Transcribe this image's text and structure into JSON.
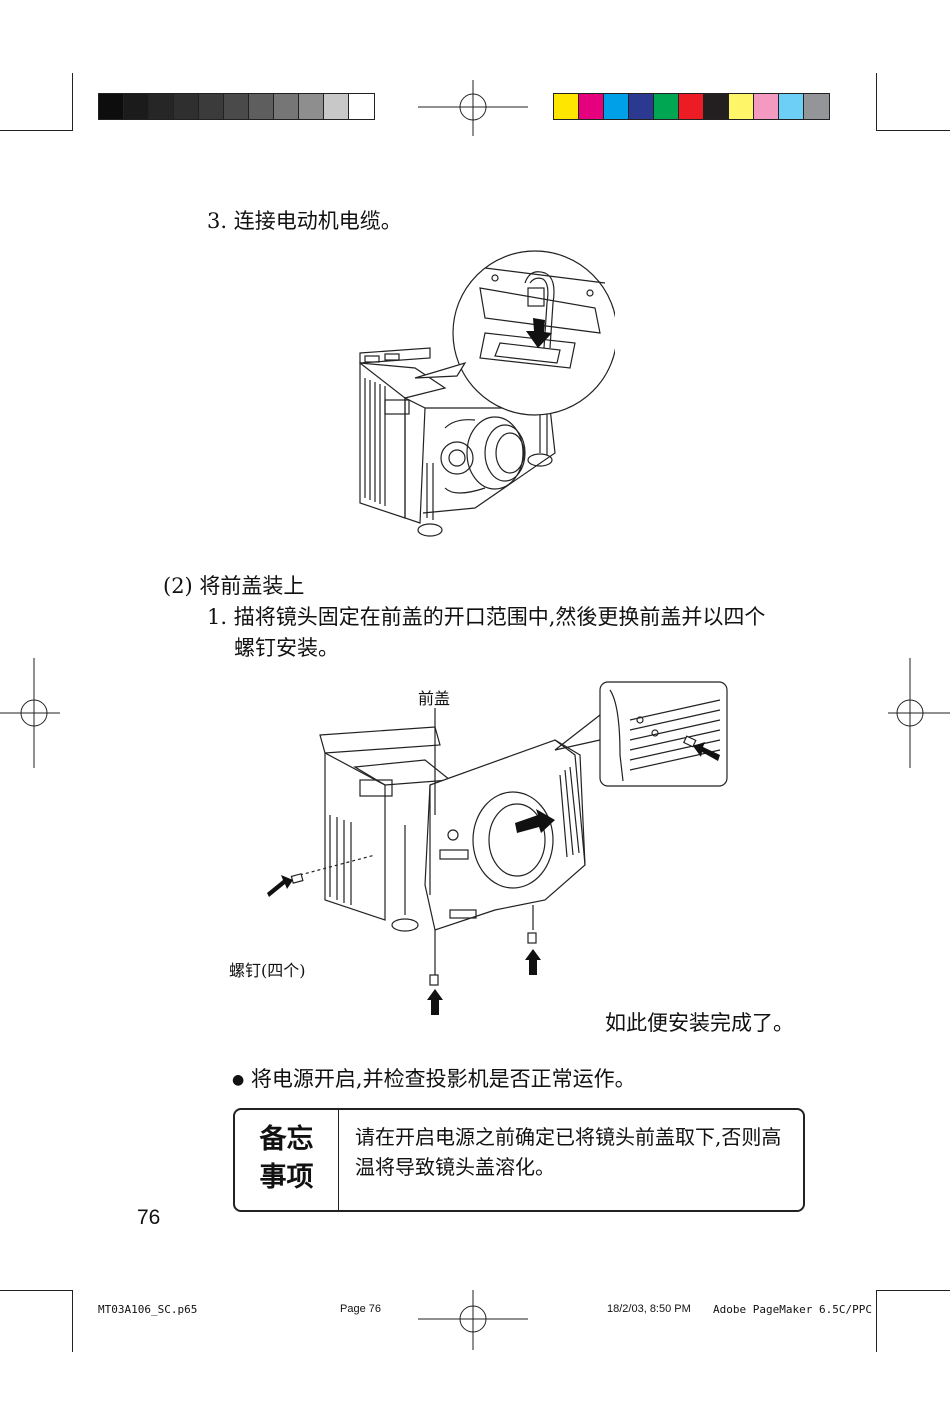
{
  "colors": {
    "gray_swatches": [
      "#0d0d0d",
      "#1b1b1b",
      "#262626",
      "#2f2f2f",
      "#3b3b3b",
      "#4a4a4a",
      "#5e5e5e",
      "#767676",
      "#8e8e8e",
      "#c8c8c8",
      "#ffffff"
    ],
    "color_swatches": [
      "#ffe600",
      "#e6007e",
      "#00a0e9",
      "#2b3990",
      "#00a651",
      "#ed1c24",
      "#231f20",
      "#fff568",
      "#f49ac1",
      "#6dcff6",
      "#939598"
    ]
  },
  "steps": {
    "step3": "3. 连接电动机电缆。",
    "section2": "(2) 将前盖装上",
    "step1_line1": "1. 描将镜头固定在前盖的开口范围中,然後更换前盖并以四个",
    "step1_line2": "螺钉安装。"
  },
  "figure2": {
    "front_cover_label": "前盖",
    "screws_label": "螺钉(四个)"
  },
  "completion_text": "如此便安装完成了。",
  "bullet_text": "将电源开启,并检查投影机是否正常运作。",
  "note": {
    "label_line1": "备忘",
    "label_line2": "事项",
    "text": "请在开启电源之前确定已将镜头前盖取下,否则高温将导致镜头盖溶化。"
  },
  "page_number": "76",
  "footer": {
    "file": "MT03A106_SC.p65",
    "page": "Page 76",
    "date": "18/2/03, 8:50 PM",
    "app": "Adobe PageMaker 6.5C/PPC"
  }
}
